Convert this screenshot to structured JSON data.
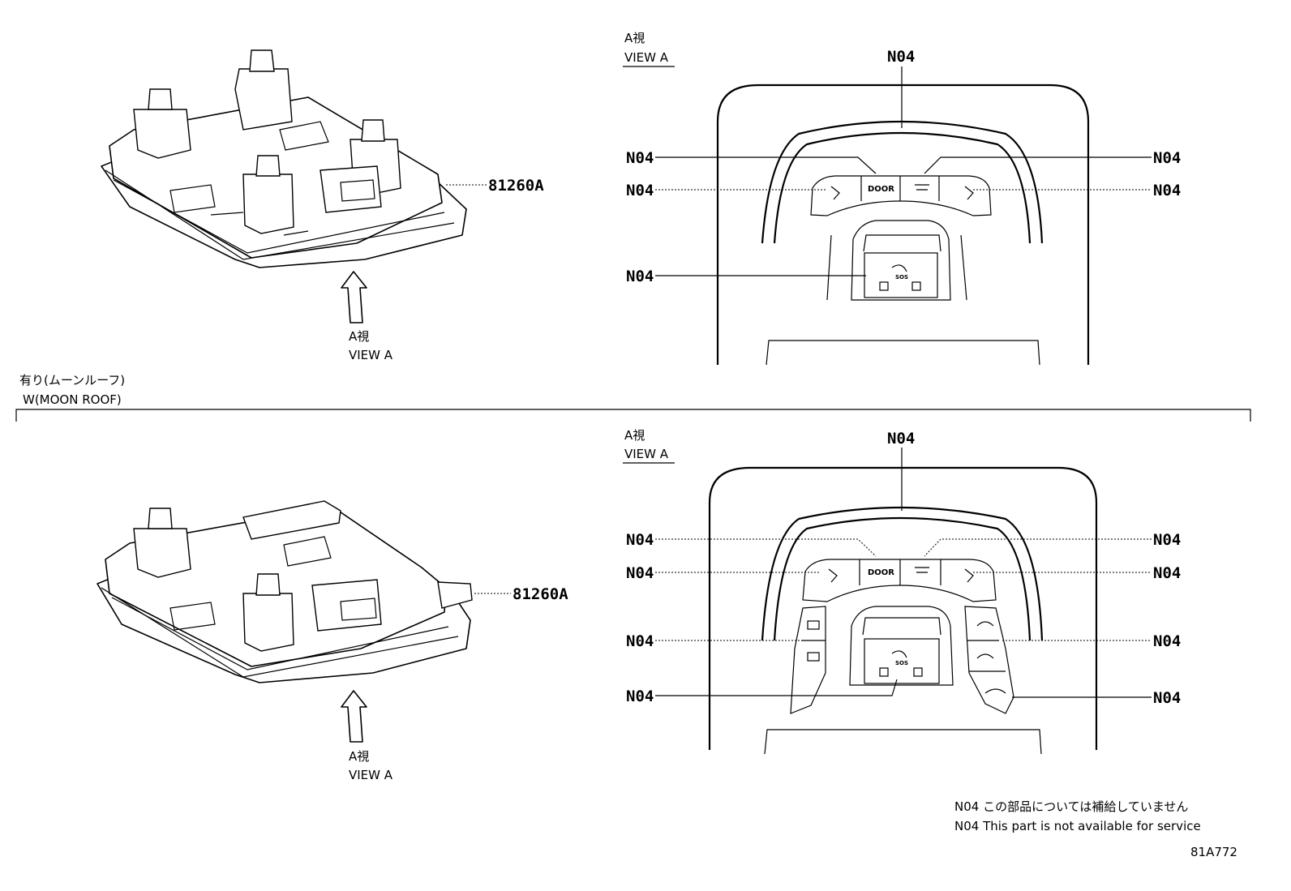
{
  "diagram": {
    "code": "81A772",
    "view_label_jp": "A視",
    "view_label_en": "VIEW A",
    "section_label_jp": "有り(ムーンルーフ)",
    "section_label_en": "W(MOON ROOF)",
    "part_number": "81260A",
    "callout": "N04",
    "button_door": "DOOR",
    "button_sos": "SOS",
    "note_jp": "N04 この部品については補給していません",
    "note_en": "N04 This part is not available for service"
  }
}
